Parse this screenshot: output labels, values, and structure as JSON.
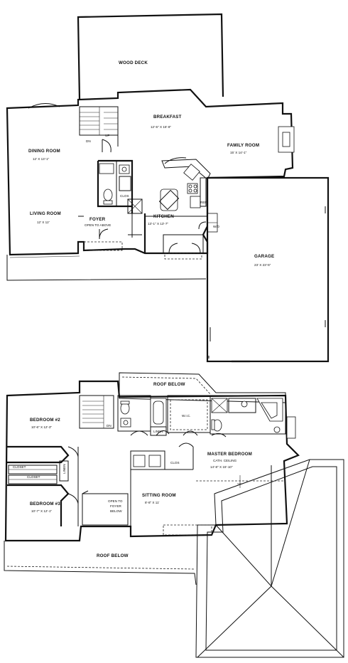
{
  "first_floor": {
    "wood_deck": "WOOD DECK",
    "breakfast": {
      "name": "BREAKFAST",
      "dims": "12'-5\" X 15'-8\""
    },
    "dining_room": {
      "name": "DINING ROOM",
      "dims": "12' X 13'-1\""
    },
    "family_room": {
      "name": "FAMILY ROOM",
      "dims": "15' X 14'-1\""
    },
    "living_room": {
      "name": "LIVING ROOM",
      "dims": "12' X 12'"
    },
    "foyer": {
      "name": "FOYER",
      "note": "OPEN TO ABOVE"
    },
    "kitchen": {
      "name": "KITCHEN",
      "dims": "13'-1\" X 13'-7\""
    },
    "garage": {
      "name": "GARAGE",
      "dims": "23' X 23'-5\""
    },
    "closet_abbr": "CLOS",
    "dn": "DN",
    "up": "UP",
    "ref": "REF",
    "wd": "W/D"
  },
  "second_floor": {
    "roof_below_top": "ROOF BELOW",
    "roof_below_bottom": "ROOF BELOW",
    "bedroom2": {
      "name": "BEDROOM #2",
      "dims": "10'-6\" X 12'-3\""
    },
    "bedroom3": {
      "name": "BEDROOM #3",
      "dims": "10'-7\" X 12'-1\""
    },
    "closet_1": "CLOSET",
    "closet_2": "CLOSET",
    "linen_1": "LINEN",
    "linen_2": "LINEN",
    "clos": "CLOS",
    "wic": "W.I.C.",
    "master_bedroom": {
      "name": "MASTER BEDROOM",
      "note": "CATH. CEILING",
      "dims": "14'-8\" X 15'-10\""
    },
    "sitting_room": {
      "name": "SITTING ROOM",
      "dims": "8'-8\" X 11'"
    },
    "open_to_foyer": [
      "OPEN TO",
      "FOYER",
      "BELOW"
    ],
    "dn": "DN"
  }
}
